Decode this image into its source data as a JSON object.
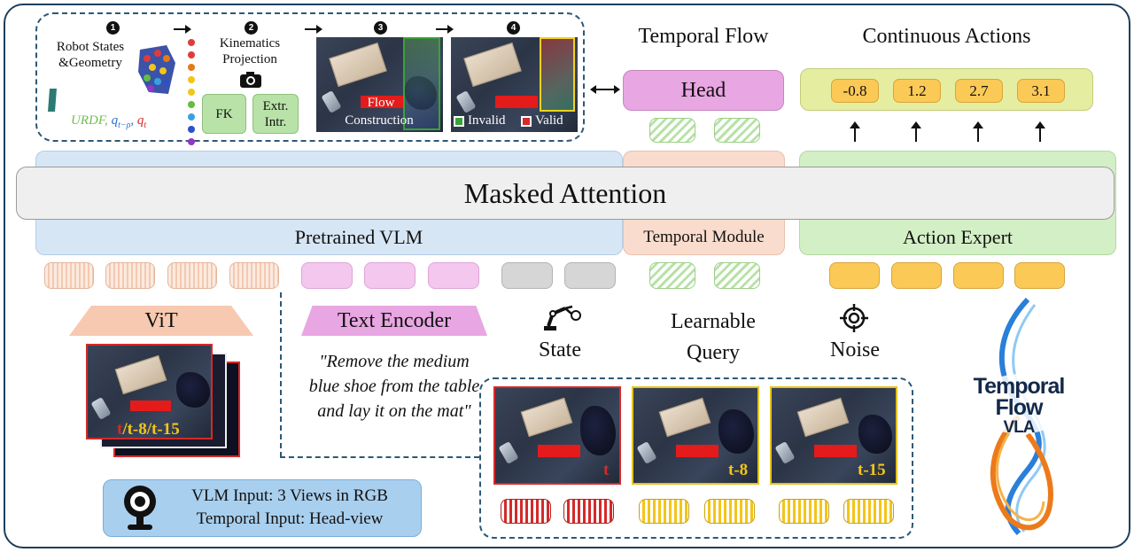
{
  "pipeline": {
    "step1": {
      "num": "1",
      "title": "Robot States &Geometry",
      "caption_main": "URDF,",
      "caption_q1": "q",
      "caption_q1_sub": "t−ρ",
      "caption_q2": "q",
      "caption_q2_sub": "t"
    },
    "step2": {
      "num": "2",
      "title": "Kinematics Projection",
      "fk": "FK",
      "extr": "Extr. Intr."
    },
    "step3": {
      "num": "3",
      "flow": "Flow",
      "construction": "Construction"
    },
    "step4": {
      "num": "4",
      "invalid": "Invalid",
      "valid": "Valid"
    }
  },
  "temporal_flow": {
    "title": "Temporal Flow",
    "head": "Head"
  },
  "continuous_actions": {
    "title": "Continuous Actions",
    "values": [
      "-0.8",
      "1.2",
      "2.7",
      "3.1"
    ]
  },
  "masked_attention": "Masked Attention",
  "pretrained_vlm": "Pretrained VLM",
  "temporal_module": "Temporal Module",
  "action_expert": "Action Expert",
  "vit": "ViT",
  "vit_frame_label": {
    "t": "t",
    "rest": "/t-8/t-15"
  },
  "text_encoder": "Text Encoder",
  "instruction": "\"Remove the medium blue shoe from the table and lay it on the mat\"",
  "state_label": "State",
  "learnable_query": "Learnable Query",
  "noise_label": "Noise",
  "frames": {
    "t": "t",
    "t8": "t-8",
    "t15": "t-15"
  },
  "input_info": {
    "line1": "VLM Input: 3 Views in RGB",
    "line2": "Temporal Input: Head-view"
  },
  "logo": {
    "line1": "Temporal",
    "line2": "Flow",
    "line3": "VLA"
  },
  "colors": {
    "accent_frame": "#1d3f5c",
    "red_frame": "#d42a2a",
    "yellow_frame": "#e7c21b",
    "green_frame": "#3aa13a"
  }
}
